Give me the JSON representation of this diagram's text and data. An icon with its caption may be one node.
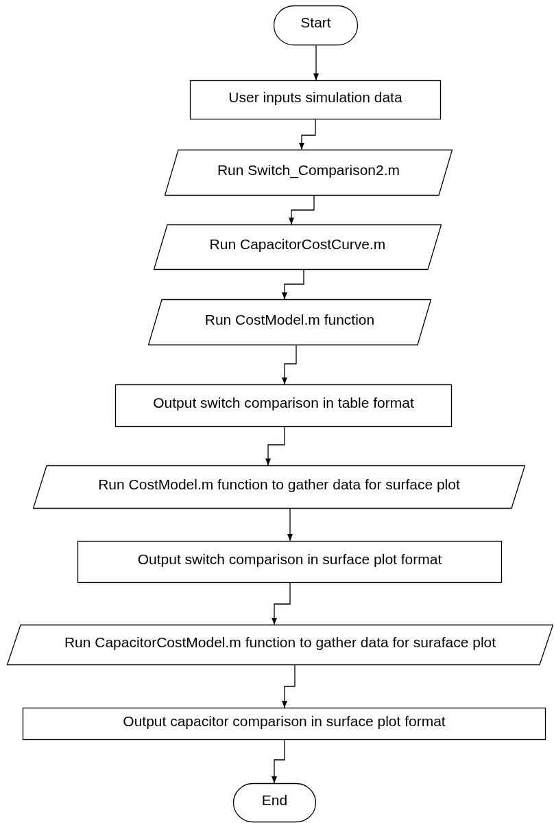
{
  "diagram": {
    "nodes": [
      {
        "text": [
          "Start"
        ]
      },
      {
        "text": [
          "User inputs simulation data"
        ]
      },
      {
        "text": [
          "Run Switch_Comparison2.m"
        ]
      },
      {
        "text": [
          "Run CapacitorCostCurve.m"
        ]
      },
      {
        "text": [
          "Run CostModel.m function"
        ]
      },
      {
        "text": [
          "Output switch comparison in table format"
        ]
      },
      {
        "text": [
          "Run CostModel.m function to gather data for surface plot"
        ]
      },
      {
        "text": [
          "Output switch comparison in surface plot format"
        ]
      },
      {
        "text": [
          "Run CapacitorCostModel.m function to gather data for suraface plot"
        ]
      },
      {
        "text": [
          "Output capacitor comparison in surface plot format"
        ]
      },
      {
        "text": [
          "End"
        ]
      }
    ],
    "edges": [
      {
        "from": 0,
        "to": 1,
        "arrow": "to"
      },
      {
        "from": 1,
        "to": 2,
        "arrow": "to"
      },
      {
        "from": 2,
        "to": 3,
        "arrow": "to"
      },
      {
        "from": 3,
        "to": 4,
        "arrow": "to"
      },
      {
        "from": 4,
        "to": 5,
        "arrow": "to"
      },
      {
        "from": 5,
        "to": 6,
        "arrow": "to"
      },
      {
        "from": 6,
        "to": 7,
        "arrow": "to"
      },
      {
        "from": 7,
        "to": 8,
        "arrow": "to"
      },
      {
        "from": 8,
        "to": 9,
        "arrow": "to"
      },
      {
        "from": 9,
        "to": 10,
        "arrow": "to"
      }
    ]
  }
}
